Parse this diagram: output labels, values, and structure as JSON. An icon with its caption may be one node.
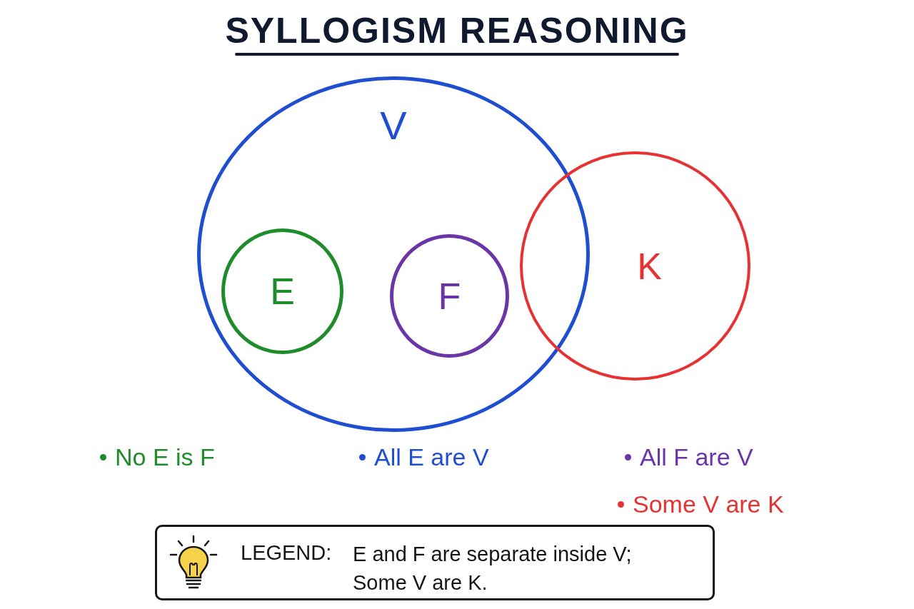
{
  "diagram": {
    "title": "SYLLOGISM REASONING",
    "nodes": [
      {
        "text": [
          "V"
        ]
      },
      {
        "text": [
          "E"
        ],
        "in": 0
      },
      {
        "text": [
          "F"
        ],
        "in": 0
      },
      {
        "text": [
          "K"
        ]
      },
      {
        "text": [
          "LEGEND:",
          "E and F are separate inside V; Some V are K."
        ]
      }
    ],
    "labels": [
      "No E is F",
      "All E are V",
      "All F are V",
      "Some V are K"
    ]
  }
}
